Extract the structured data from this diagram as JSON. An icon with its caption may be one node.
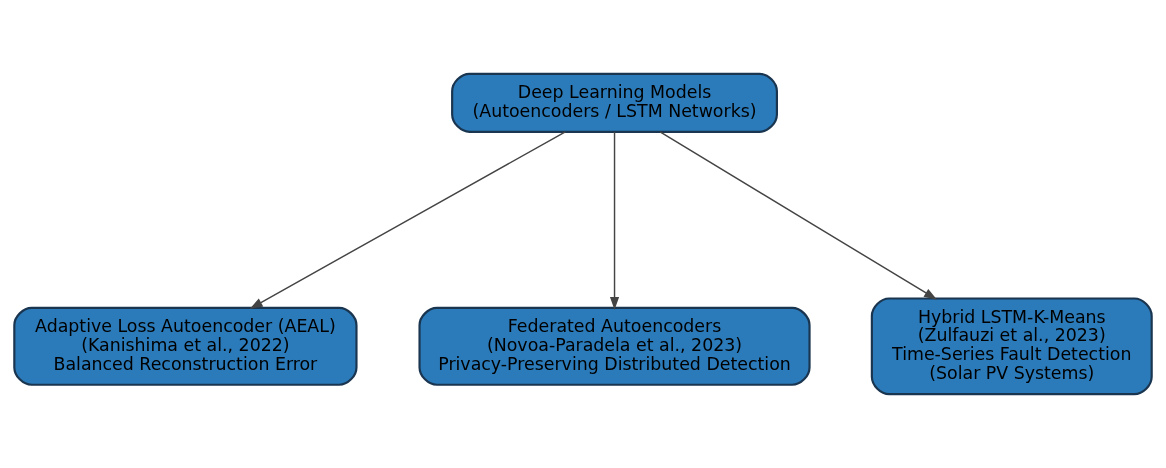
{
  "diagram": {
    "nodes": [
      {
        "text": [
          "Deep Learning Models",
          "(Autoencoders / LSTM Networks)"
        ]
      },
      {
        "text": [
          "Adaptive Loss Autoencoder (AEAL)",
          "(Kanishima et al., 2022)",
          "Balanced Reconstruction Error"
        ]
      },
      {
        "text": [
          "Federated Autoencoders",
          "(Novoa-Paradela et al., 2023)",
          "Privacy-Preserving Distributed Detection"
        ]
      },
      {
        "text": [
          "Hybrid LSTM-K-Means",
          "(Zulfauzi et al., 2023)",
          "Time-Series Fault Detection",
          "(Solar PV Systems)"
        ]
      }
    ],
    "edges": [
      {
        "from": 0,
        "to": 1,
        "arrow": "to"
      },
      {
        "from": 0,
        "to": 2,
        "arrow": "to"
      },
      {
        "from": 0,
        "to": 3,
        "arrow": "to"
      }
    ]
  }
}
